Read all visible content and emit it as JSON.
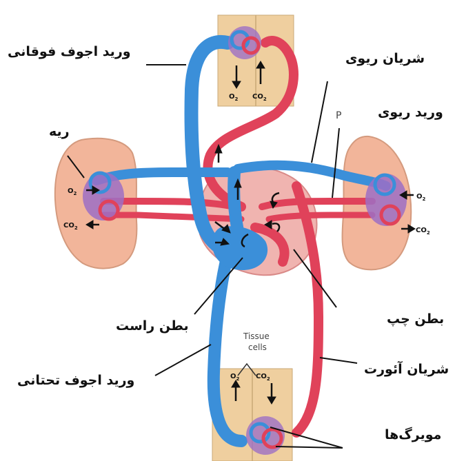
{
  "labels": {
    "superior_vena_cava": "ورید اجوف فوقانی",
    "pulmonary_artery": "شریان ریوی",
    "pulmonary_vein": "ورید ریوی",
    "lung": "ریه",
    "right_ventricle": "بطن راست",
    "left_ventricle": "بطن چپ",
    "aorta": "شریان آئورت",
    "inferior_vena_cava": "ورید اجوف تحتانی",
    "capillaries": "مویرگ‌ها"
  },
  "figure_text": {
    "o2": "O",
    "co2": "CO",
    "sub2": "2",
    "tissue": "Tissue",
    "cells": "cells",
    "stray_p": "P"
  },
  "colors": {
    "oxygen_poor": "#3b8fd9",
    "oxygen_rich": "#e0425a",
    "lung": "#f2b59a",
    "tissue": "#efcf9f",
    "heart": "#f0b4b0",
    "capillary_mix": "#9d6fc4"
  }
}
